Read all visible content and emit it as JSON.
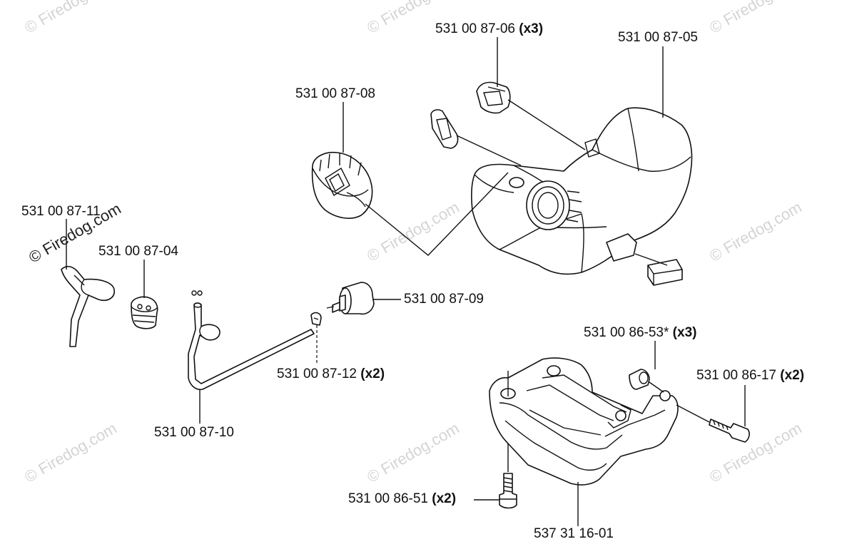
{
  "watermarks": [
    "© Firedog.com",
    "© Firedog.com",
    "© Firedog.com",
    "© Firedog.com",
    "© Firedog.com",
    "© Firedog.com",
    "© Firedog.com",
    "© Firedog.com",
    "© Firedog.com"
  ],
  "corner_watermark": "© Firedog.com",
  "labels": {
    "p0706": {
      "num": "531 00 87-06",
      "qty": "(x3)"
    },
    "p0705": {
      "num": "531 00 87-05",
      "qty": ""
    },
    "p0708": {
      "num": "531 00 87-08",
      "qty": ""
    },
    "p0711": {
      "num": "531 00 87-11",
      "qty": ""
    },
    "p0704": {
      "num": "531 00 87-04",
      "qty": ""
    },
    "p0709": {
      "num": "531 00 87-09",
      "qty": ""
    },
    "p0712": {
      "num": "531 00 87-12",
      "qty": "(x2)"
    },
    "p0710": {
      "num": "531 00 87-10",
      "qty": ""
    },
    "p8653": {
      "num": "531 00 86-53*",
      "qty": "(x3)"
    },
    "p8617": {
      "num": "531 00 86-17",
      "qty": "(x2)"
    },
    "p8651": {
      "num": "531 00 86-51",
      "qty": "(x2)"
    },
    "p3116": {
      "num": "537 31 16-01",
      "qty": ""
    }
  }
}
